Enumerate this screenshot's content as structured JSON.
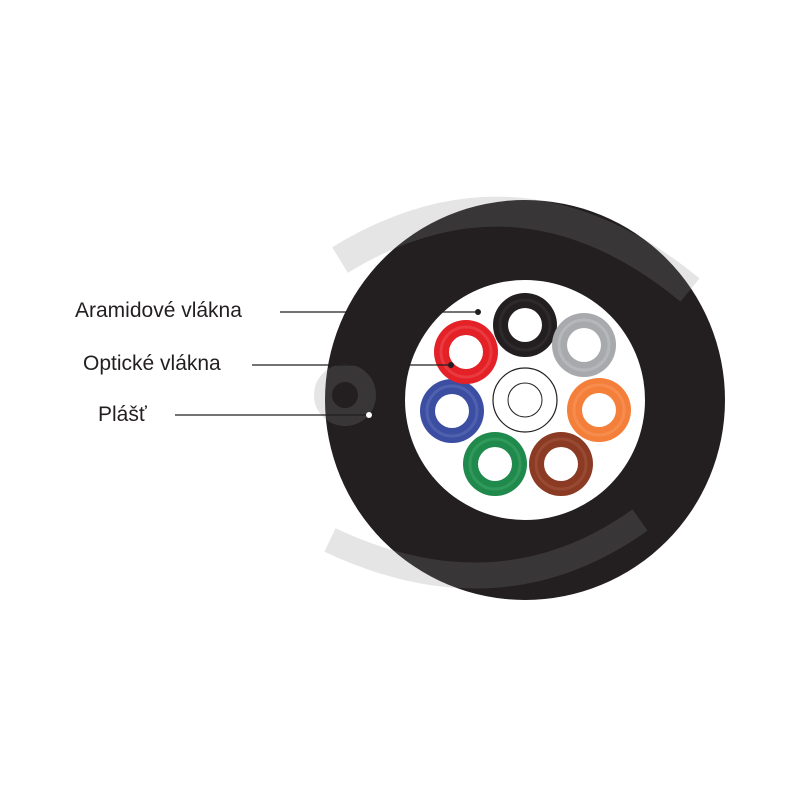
{
  "labels": {
    "aramid": "Aramidové vlákna",
    "optic": "Optické vlákna",
    "jacket": "Plášť"
  },
  "colors": {
    "jacket": "#231f20",
    "core": "#ffffff",
    "leader_line": "#231f20",
    "watermark": "#8a8a8a"
  },
  "tubes": [
    {
      "name": "black",
      "color": "#231f20",
      "highlight": "#3a3536"
    },
    {
      "name": "gray",
      "color": "#a7a9ac",
      "highlight": "#c4c6c8"
    },
    {
      "name": "orange",
      "color": "#f47f3a",
      "highlight": "#f79a62"
    },
    {
      "name": "brown",
      "color": "#8b3a23",
      "highlight": "#a85a42"
    },
    {
      "name": "green",
      "color": "#1f8a4c",
      "highlight": "#44a86c"
    },
    {
      "name": "blue",
      "color": "#3c4ea2",
      "highlight": "#6271ba"
    },
    {
      "name": "red",
      "color": "#e42127",
      "highlight": "#ee5459"
    },
    {
      "name": "white",
      "color": "#ffffff",
      "highlight": "#ffffff"
    }
  ]
}
